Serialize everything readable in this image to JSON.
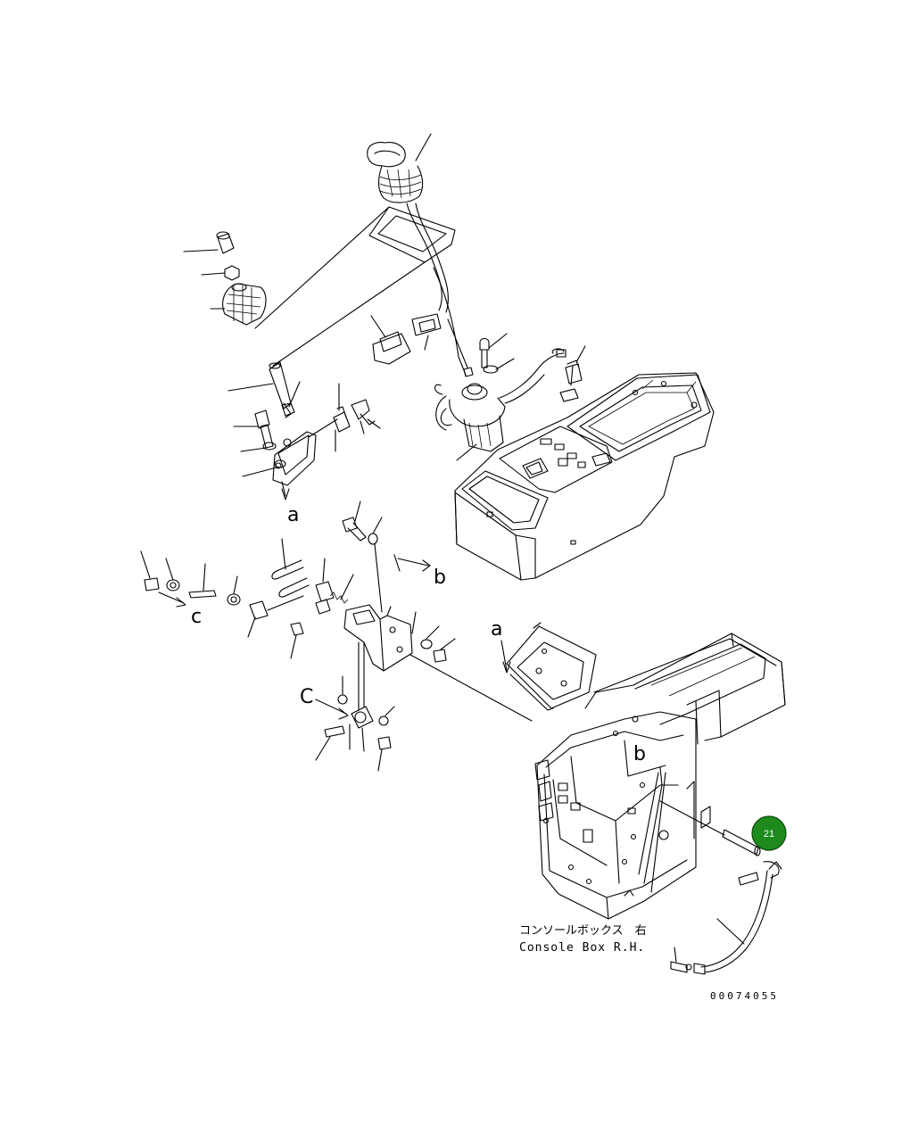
{
  "view_refs": {
    "a_upper": "a",
    "a_lower": "a",
    "b_arrow": "b",
    "b_frame": "b",
    "c_arrow": "c",
    "c_lower": "C"
  },
  "caption": {
    "japanese": "コンソールボックス　右",
    "english": "Console Box R.H."
  },
  "drawing_number": "00074055",
  "highlight": {
    "label": "21",
    "color": "#1e8a1e"
  },
  "colors": {
    "line": "#000000",
    "background": "#ffffff"
  }
}
